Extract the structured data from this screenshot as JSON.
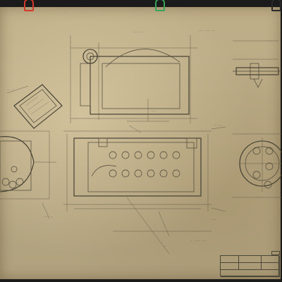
{
  "sheet": {
    "paper_color": "#c9b890",
    "ink_color": "#4a4638",
    "background_color": "#1b1b1b",
    "clips": [
      {
        "name": "binder-clip-red",
        "color": "#d23a2c"
      },
      {
        "name": "binder-clip-green",
        "color": "#3aa35a"
      },
      {
        "name": "binder-clip-dark",
        "color": "#2a2a2a"
      }
    ]
  },
  "views": [
    {
      "name": "top-elevation-view"
    },
    {
      "name": "oblique-section-view"
    },
    {
      "name": "left-end-view"
    },
    {
      "name": "main-plan-view"
    },
    {
      "name": "right-end-view"
    },
    {
      "name": "top-right-detail-view"
    }
  ],
  "title_block": {
    "present": true,
    "legible_text": ""
  }
}
